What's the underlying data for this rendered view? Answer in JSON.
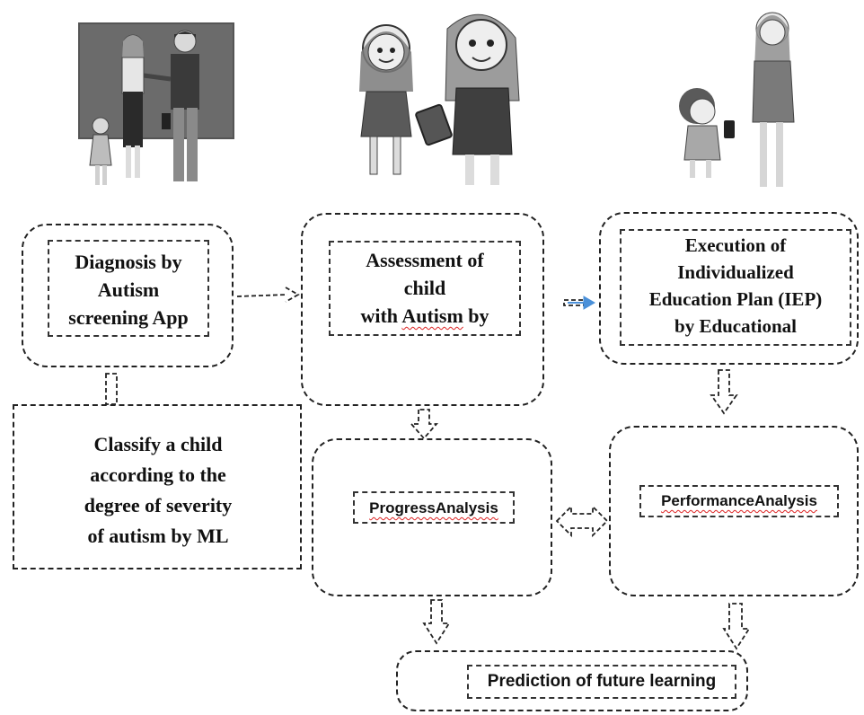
{
  "nodes": {
    "diagnosis": {
      "text": "Diagnosis by\nAutism\nscreening App"
    },
    "assessment": {
      "text_line1": "Assessment of",
      "text_line2": "child",
      "text_line3_pre": "with ",
      "text_line3_word": "Autism",
      "text_line3_post": " by"
    },
    "execution": {
      "text": "Execution of\nIndividualized\nEducation Plan (IEP)\nby Educational"
    },
    "classify": {
      "text": "Classify a child\naccording to the\ndegree of severity\nof autism by ML"
    },
    "progress": {
      "text": "ProgressAnalysis"
    },
    "performance": {
      "text": "PerformanceAnalysis"
    },
    "prediction": {
      "text": "Prediction of future learning"
    }
  },
  "colors": {
    "line": "#222222",
    "accent_arrow": "#4a90d9",
    "spell_underline": "#dd2222"
  },
  "illustrations": [
    "family-with-teacher-illustration",
    "teacher-with-girl-and-tablet-illustration",
    "mother-with-girl-and-phone-illustration"
  ]
}
